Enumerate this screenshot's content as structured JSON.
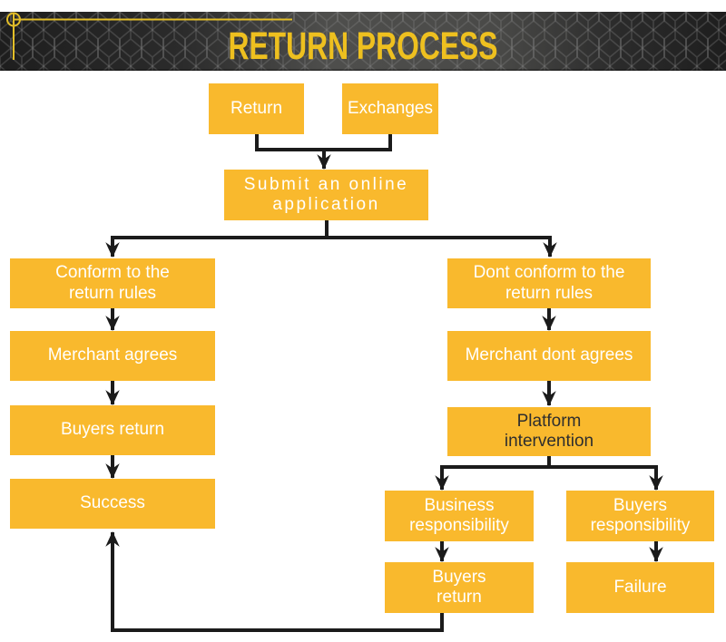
{
  "header": {
    "title": "RETURN PROCESS"
  },
  "colors": {
    "box": "#F9B92D",
    "boxText": "#FFFFFF",
    "darkText": "#2E2E2E",
    "connector": "#1B1B1B",
    "title": "#EEC01F",
    "ornament": "#E3BE28"
  },
  "nodes": {
    "return": {
      "label": "Return"
    },
    "exchanges": {
      "label": "Exchanges"
    },
    "submit": {
      "label": "Submit an online\napplication"
    },
    "conform": {
      "label": "Conform to the\nreturn rules"
    },
    "merchant_agrees": {
      "label": "Merchant agrees"
    },
    "buyers_return": {
      "label": "Buyers return"
    },
    "success": {
      "label": "Success"
    },
    "dont_conform": {
      "label": "Dont conform to the\nreturn rules"
    },
    "merchant_dont_agrees": {
      "label": "Merchant dont agrees"
    },
    "platform_intervention": {
      "label": "Platform\nintervention"
    },
    "business_responsibility": {
      "label": "Business\nresponsibility"
    },
    "buyers_responsibility": {
      "label": "Buyers\nresponsibility"
    },
    "buyers_return_2": {
      "label": "Buyers\nreturn"
    },
    "failure": {
      "label": "Failure"
    }
  }
}
